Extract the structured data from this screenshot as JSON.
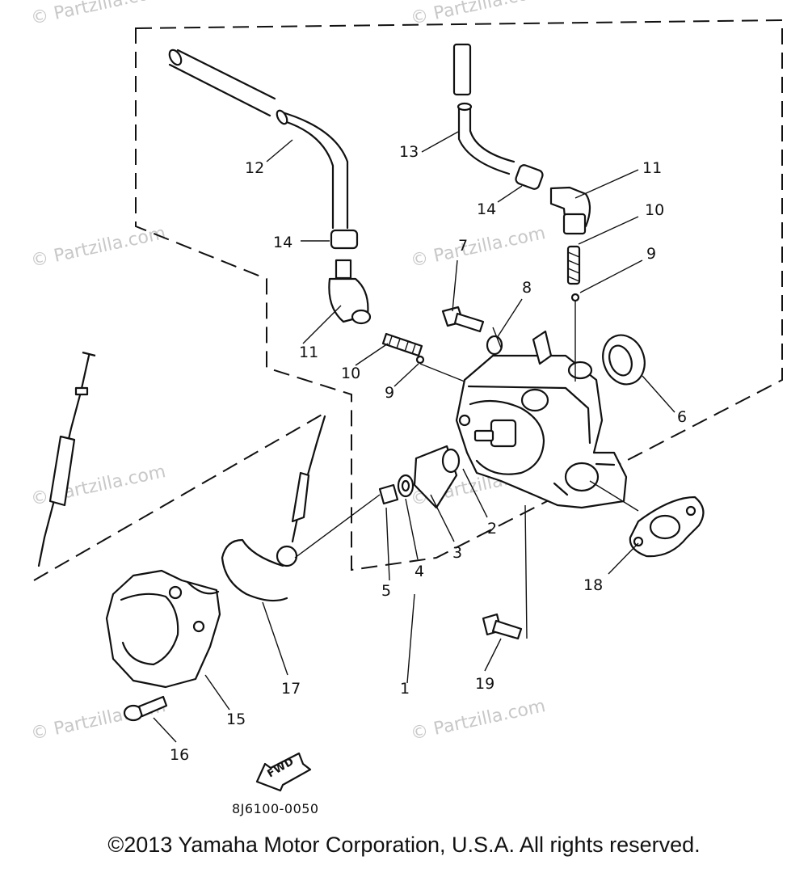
{
  "watermark": "© Partzilla.com",
  "diagram_code": "8J6100-0050",
  "fwd_label": "FWD",
  "copyright": "©2013 Yamaha Motor Corporation, U.S.A. All rights reserved.",
  "callouts": {
    "p1": "1",
    "p2": "2",
    "p3": "3",
    "p4": "4",
    "p5": "5",
    "p6": "6",
    "p7": "7",
    "p8": "8",
    "p9a": "9",
    "p9b": "9",
    "p10a": "10",
    "p10b": "10",
    "p11a": "11",
    "p11b": "11",
    "p12": "12",
    "p13": "13",
    "p14a": "14",
    "p14b": "14",
    "p15": "15",
    "p16": "16",
    "p17": "17",
    "p18": "18",
    "p19": "19"
  }
}
